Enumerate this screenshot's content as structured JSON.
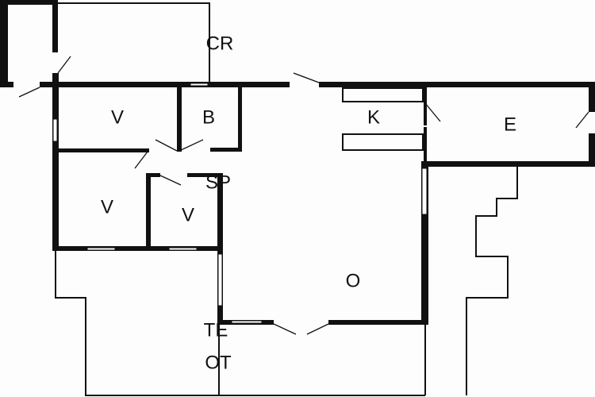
{
  "rooms": {
    "cr": "CR",
    "v1": "V",
    "b": "B",
    "k": "K",
    "e": "E",
    "sp": "SP",
    "v2": "V",
    "v3": "V",
    "o": "O",
    "te": "TE",
    "ot": "OT"
  }
}
